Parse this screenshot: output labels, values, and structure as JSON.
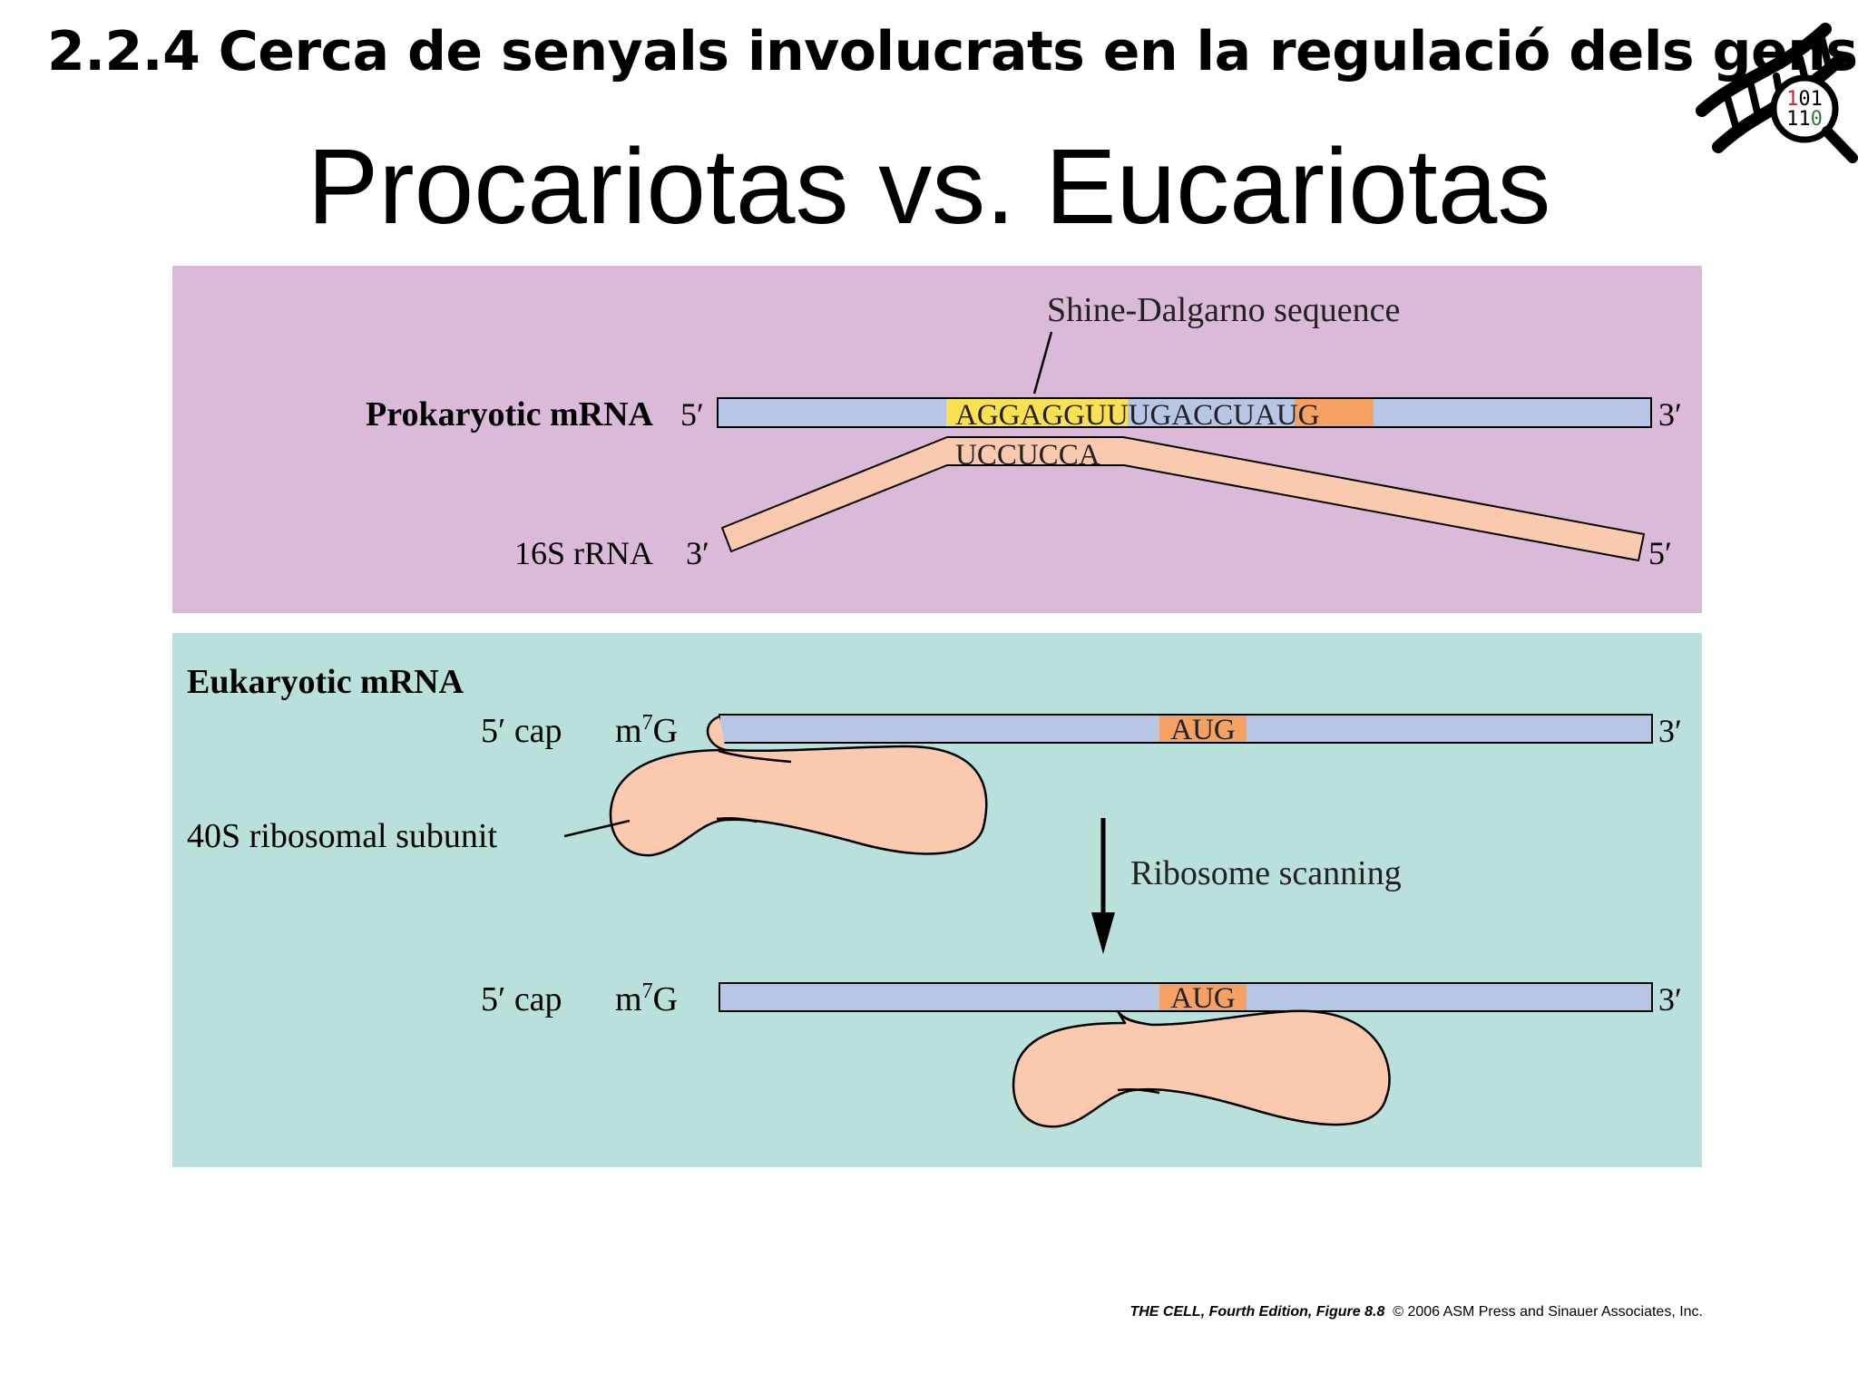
{
  "header": {
    "section_title": "2.2.4 Cerca de senyals involucrats en la regulació dels gens",
    "slide_title": "Procariotas vs. Eucariotas"
  },
  "logo": {
    "top_digits": [
      "1",
      "01"
    ],
    "bottom_digits": [
      "11",
      "0"
    ],
    "icon": "dna-magnifier-icon"
  },
  "prokaryotic": {
    "label": "Prokaryotic mRNA",
    "end5": "5′",
    "end3": "3′",
    "seq_sd": "AGGAGGU",
    "seq_spacer": "UUGACCU",
    "seq_aug": "AUG",
    "rrna_seq": "UCCUCCA",
    "rrna_label": "16S rRNA",
    "rrna_end3": "3′",
    "rrna_end5": "5′",
    "sd_label": "Shine-Dalgarno sequence"
  },
  "eukaryotic": {
    "label": "Eukaryotic mRNA",
    "cap_prefix": "5′ cap",
    "cap_m": "m",
    "cap_sup": "7",
    "cap_g": "G",
    "end3": "3′",
    "aug": "AUG",
    "subunit_label": "40S ribosomal subunit",
    "scanning_label": "Ribosome scanning"
  },
  "credit": {
    "book": "THE CELL, Fourth Edition, Figure 8.8",
    "copyright": "© 2006 ASM Press and Sinauer Associates, Inc."
  },
  "colors": {
    "prok_bg": "#dbb9d8",
    "euk_bg": "#bae0dc",
    "mrna": "#b7c6e4",
    "rrna": "#fbc9ae",
    "sd_highlight": "#f9e153",
    "aug_highlight": "#f4a163",
    "ribosome": "#fbc9ae"
  }
}
